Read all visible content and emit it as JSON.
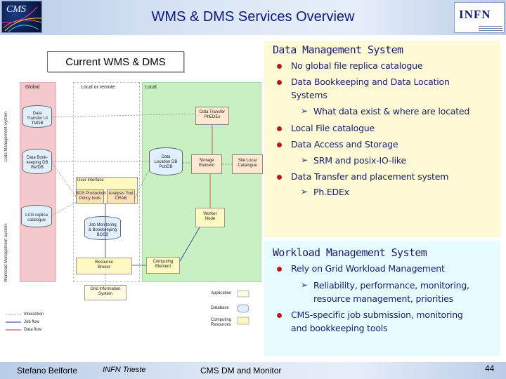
{
  "header": {
    "title": "WMS & DMS Services Overview",
    "left_logo_text": "CMS",
    "right_logo_text": "INFN"
  },
  "diagram": {
    "label": "Current WMS & DMS",
    "columns": [
      "Global",
      "Local or remote",
      "Local"
    ],
    "side_labels": [
      "Data Management System",
      "Workload Management System"
    ],
    "nodes": {
      "dataset_db": "Data\nTransfer UI\nTMDB",
      "data_bookkeeping": "Data Book-\nkeeping DB\nRefDB",
      "lcg_catalogue": "LCG replica\ncatalogue",
      "phedex_agent": "Data Transfer\nPhEDEx",
      "data_location": "Data\nLocation DB\nPubDB",
      "storage_element": "Storage\nElement",
      "site_local_catalogue": "Site Local\nCatalogue",
      "user_interface": "User Interface",
      "job_description": "BDS Production\nPolicy tools",
      "analysis_tool": "Analysis Tool\nCRAB",
      "job_monitoring": "Job Monitoring\n& Bookkeeping\nBOSS",
      "worker_node": "Worker\nNode",
      "resource_broker": "Resource\nBroker",
      "computing_element": "Computing\nElement",
      "grid_information": "Grid Information\nSystem"
    },
    "legend": {
      "interaction": "Interaction",
      "job_flow": "Job flow",
      "data_flow": "Data flow",
      "application": "Application",
      "database": "Database",
      "computing_resources": "Computing\nResources"
    }
  },
  "dms": {
    "title": "Data Management System",
    "bullets": [
      {
        "text": "No global file replica catalogue"
      },
      {
        "text": "Data Bookkeeping and Data Location",
        "cont": "Systems",
        "sub": "What data exist & where are located"
      },
      {
        "text": "Local File catalogue"
      },
      {
        "text": "Data Access and Storage",
        "sub": "SRM and posix-IO-like"
      },
      {
        "text": "Data Transfer and placement system",
        "sub": "Ph.EDEx"
      }
    ]
  },
  "wlm": {
    "title": "Workload Management System",
    "bullets": [
      {
        "text": "Rely on Grid Workload Management",
        "sub": "Reliability, performance, monitoring,",
        "sub_cont": "resource management, priorities"
      },
      {
        "text": "CMS-specific job submission, monitoring",
        "cont": "and bookkeeping tools"
      }
    ]
  },
  "footer": {
    "author": "Stefano Belforte",
    "institute": "INFN Trieste",
    "talk": "CMS DM and Monitor",
    "page": "44"
  },
  "colors": {
    "title": "#0b1a7a",
    "dms_bg": "#fdfad5",
    "wlm_bg": "#e6fbfd",
    "text": "#1a1d6e",
    "bullet": "#b81a1a"
  }
}
